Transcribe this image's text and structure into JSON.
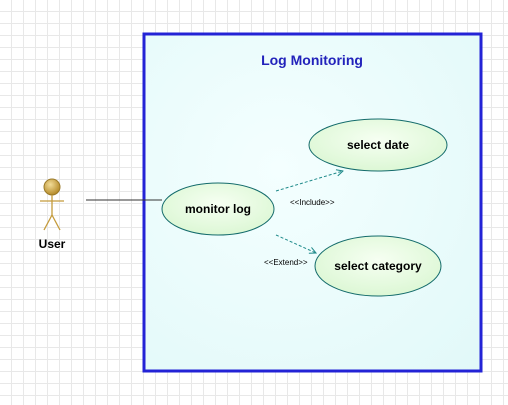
{
  "diagram": {
    "title": "Log Monitoring",
    "actor": {
      "label": "User"
    },
    "use_cases": {
      "monitor_log": "monitor log",
      "select_date": "select date",
      "select_category": "select category"
    },
    "relations": {
      "include": "<<Include>>",
      "extend": "<<Extend>>"
    }
  },
  "colors": {
    "boundary_border": "#2323d6",
    "boundary_fill": "#eafcfc",
    "usecase_fill": "#eafde6",
    "usecase_stroke": "#136b6b",
    "actor_head": "#c8a040",
    "dashed_arrow": "#1f8a8a"
  }
}
